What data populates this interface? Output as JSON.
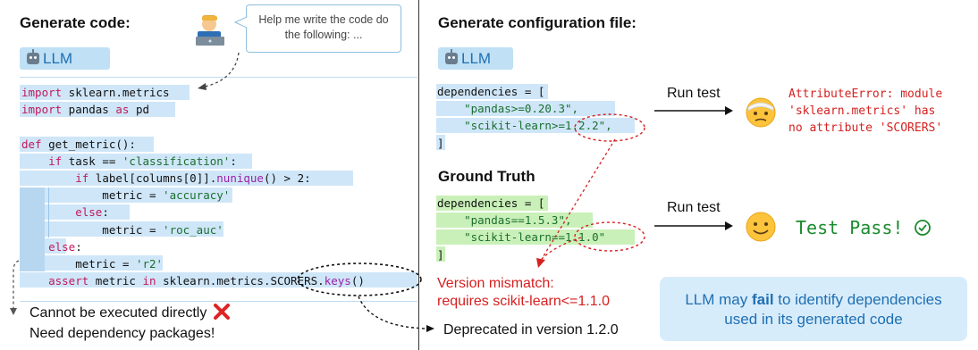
{
  "left": {
    "heading": "Generate code:",
    "speech": "Help me write the code do the following: ...",
    "llm_label": "LLM",
    "code_lines": [
      [
        "import",
        " sklearn.metrics"
      ],
      [
        "import",
        " pandas ",
        "as",
        " pd"
      ],
      [],
      [
        "def",
        " get_metric():"
      ],
      [
        "    ",
        "if",
        " task == ",
        "'classification'",
        ":"
      ],
      [
        "        ",
        "if",
        " label[columns[0]].",
        "nunique",
        "() > 2:"
      ],
      [
        "            metric = ",
        "'accuracy'"
      ],
      [
        "        ",
        "else",
        ":"
      ],
      [
        "            metric = ",
        "'roc_auc'"
      ],
      [
        "    ",
        "else",
        ":"
      ],
      [
        "        metric = ",
        "'r2'"
      ],
      [
        "    ",
        "assert",
        " metric ",
        "in",
        " sklearn.metrics.",
        "SCORERS.",
        "keys",
        "()"
      ]
    ],
    "note_line1": "Cannot be executed directly",
    "note_line2": "Need dependency packages!",
    "deprecated": "Deprecated in version 1.2.0"
  },
  "right": {
    "heading": "Generate configuration file:",
    "llm_label": "LLM",
    "gen_code": [
      "dependencies = [",
      "    \"pandas>=0.20.3\",",
      "    \"scikit-learn>=1.2.2\",",
      "]"
    ],
    "run_test_1": "Run test",
    "error_text": [
      "AttributeError: module",
      "'sklearn.metrics' has",
      "no attribute 'SCORERS'"
    ],
    "gt_heading": "Ground Truth",
    "gt_code": [
      "dependencies = [",
      "    \"pandas==1.5.3\",",
      "    \"scikit-learn==1.1.0\"",
      "]"
    ],
    "run_test_2": "Run test",
    "pass_text": "Test Pass!",
    "mismatch_1": "Version mismatch:",
    "mismatch_2": "requires scikit-learn<=1.1.0",
    "info_pre": "LLM may ",
    "info_bold": "fail",
    "info_post": " to identify dependencies",
    "info_line2": "used in its generated code"
  },
  "colors": {
    "code_bg": "#cfe6f8",
    "gt_bg": "#c9f0b8",
    "error_red": "#d62020",
    "pass_green": "#1b8a2e",
    "accent_blue": "#1f6fb2",
    "info_box": "#d7ecfb"
  }
}
